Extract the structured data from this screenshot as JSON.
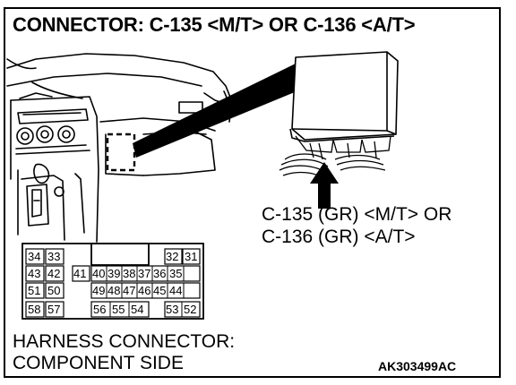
{
  "title": "CONNECTOR: C-135 <M/T> OR C-136 <A/T>",
  "connector_label_line1": "C-135 (GR) <M/T> OR",
  "connector_label_line2": "C-136 (GR) <A/T>",
  "harness_line1": "HARNESS CONNECTOR:",
  "harness_line2": "COMPONENT SIDE",
  "figure_code": "AK303499AC",
  "pins": {
    "left_block": [
      "34",
      "33",
      "43",
      "42",
      "51",
      "50",
      "58",
      "57"
    ],
    "center": [
      "41",
      "40",
      "39",
      "38",
      "37",
      "36",
      "35",
      "49",
      "48",
      "47",
      "46",
      "45",
      "44",
      "56",
      "55",
      "54"
    ],
    "right_block": [
      "32",
      "31",
      "53",
      "52"
    ]
  }
}
